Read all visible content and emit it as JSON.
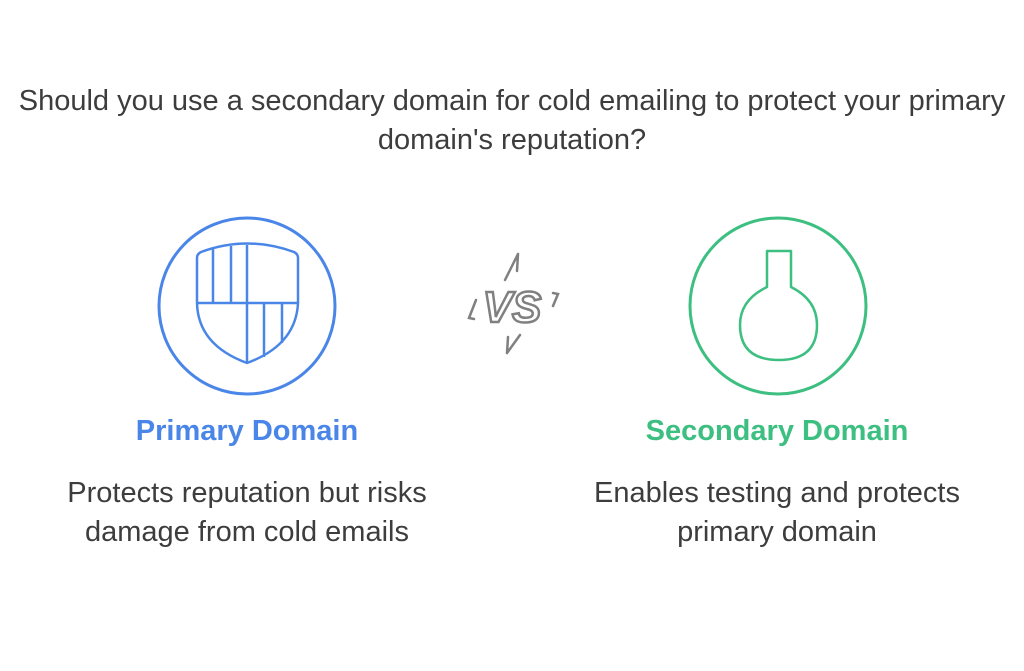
{
  "title": "Should you use a secondary domain for cold emailing to protect your primary domain's reputation?",
  "vs_label": "VS",
  "colors": {
    "primary": "#4a86e8",
    "secondary": "#3cbf80",
    "text": "#3d3d3d",
    "vs": "#808080"
  },
  "options": [
    {
      "icon": "shield-icon",
      "heading": "Primary Domain",
      "description": "Protects reputation but risks damage from cold emails"
    },
    {
      "icon": "flask-icon",
      "heading": "Secondary Domain",
      "description": "Enables testing and protects primary domain"
    }
  ]
}
